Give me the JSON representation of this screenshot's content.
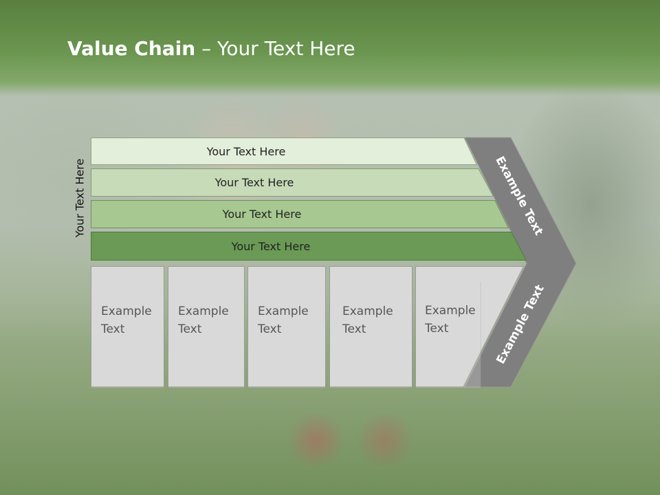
{
  "slide": {
    "title_bold": "Value Chain",
    "title_rest": " – Your Text Here",
    "vertical_label": "Your Text Here"
  },
  "bars": [
    {
      "label": "Your Text Here",
      "color": "#e3eedb"
    },
    {
      "label": "Your Text Here",
      "color": "#c7dbb8"
    },
    {
      "label": "Your Text Here",
      "color": "#a7c890"
    },
    {
      "label": "Your Text Here",
      "color": "#6a9a55"
    }
  ],
  "boxes": [
    {
      "line1": "Example",
      "line2": "Text"
    },
    {
      "line1": "Example",
      "line2": "Text"
    },
    {
      "line1": "Example",
      "line2": "Text"
    },
    {
      "line1": "Example",
      "line2": "Text"
    },
    {
      "line1": "Example",
      "line2": "Text"
    }
  ],
  "chevron": {
    "upper_text": "Example Text",
    "lower_text": "Example Text",
    "color": "#7f7f7f"
  }
}
